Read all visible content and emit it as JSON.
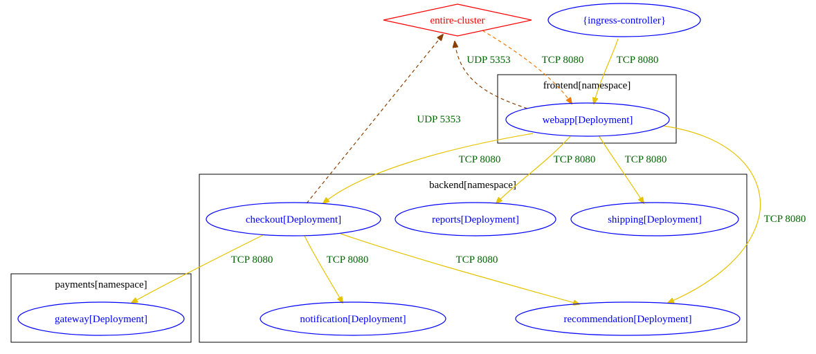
{
  "colors": {
    "node": "#0000ff",
    "entire_cluster": "#ff0000",
    "edge_label": "#006400",
    "tcp_edge": "#e6c300",
    "udp_edge": "#8b3f00",
    "cluster_to_webapp_edge": "#f07a00",
    "cluster_border": "#000000"
  },
  "clusters": {
    "frontend": "frontend[namespace]",
    "backend": "backend[namespace]",
    "payments": "payments[namespace]"
  },
  "nodes": {
    "entire_cluster": "entire-cluster",
    "ingress": "{ingress-controller}",
    "webapp": "webapp[Deployment]",
    "checkout": "checkout[Deployment]",
    "reports": "reports[Deployment]",
    "shipping": "shipping[Deployment]",
    "gateway": "gateway[Deployment]",
    "notification": "notification[Deployment]",
    "recommendation": "recommendation[Deployment]"
  },
  "edges": {
    "webapp_to_cluster": "UDP 5353",
    "cluster_to_webapp": "TCP 8080",
    "ingress_to_webapp": "TCP 8080",
    "checkout_to_cluster": "UDP 5353",
    "webapp_to_checkout": "TCP 8080",
    "webapp_to_reports": "TCP 8080",
    "webapp_to_shipping": "TCP 8080",
    "webapp_to_recommendation": "TCP 8080",
    "checkout_to_gateway": "TCP 8080",
    "checkout_to_notification": "TCP 8080",
    "checkout_to_recommendation": "TCP 8080"
  }
}
